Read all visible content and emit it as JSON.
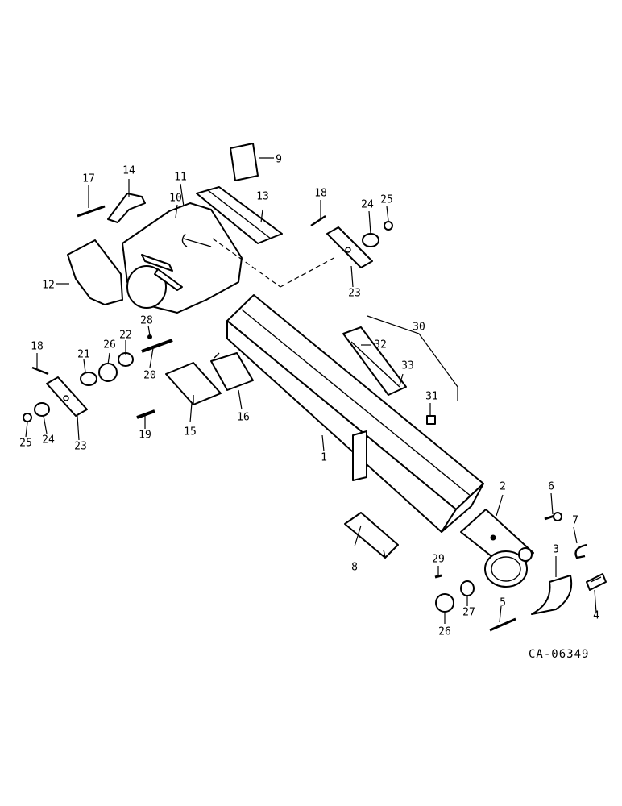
{
  "diagram": {
    "drawing_code": "CA-06349",
    "callouts": [
      "1",
      "2",
      "3",
      "4",
      "5",
      "6",
      "7",
      "8",
      "9",
      "10",
      "11",
      "12",
      "13",
      "14",
      "15",
      "16",
      "17",
      "18",
      "18",
      "19",
      "20",
      "21",
      "22",
      "23",
      "23",
      "24",
      "24",
      "25",
      "25",
      "26",
      "26",
      "27",
      "28",
      "29",
      "30",
      "31",
      "32",
      "33"
    ]
  }
}
